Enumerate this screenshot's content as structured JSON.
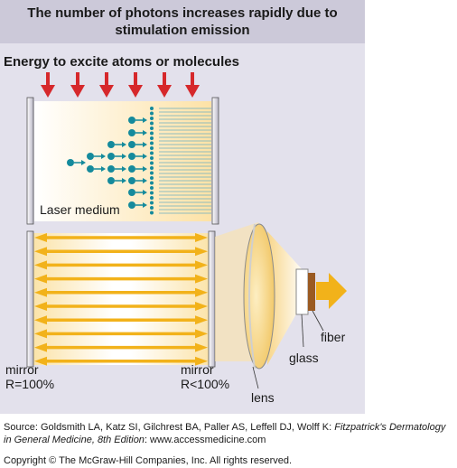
{
  "title_line1": "The number of photons increases rapidly due to",
  "title_line2": "stimulation emission",
  "energy_label": "Energy to excite atoms or molecules",
  "medium_label": "Laser medium",
  "mirror_left_line1": "mirror",
  "mirror_left_line2": "R=100%",
  "mirror_right_line1": "mirror",
  "mirror_right_line2": "R<100%",
  "lens_label": "lens",
  "glass_label": "glass",
  "fiber_label": "fiber",
  "source": {
    "prefix": "Source: Goldsmith LA, Katz SI, Gilchrest BA, Paller AS, Leffell DJ, Wolff K: ",
    "book": "Fitzpatrick's Dermatology in General Medicine, 8th Edition",
    "suffix": ": www.accessmedicine.com"
  },
  "copyright": "Copyright © The McGraw-Hill Companies, Inc. All rights reserved.",
  "colors": {
    "panel": "#e3e1ec",
    "title_band": "#ccc9d9",
    "excite_arrow": "#d6282b",
    "photon": "#148a9c",
    "beam": "#f2b21a",
    "fiber": "#9a5a22"
  }
}
